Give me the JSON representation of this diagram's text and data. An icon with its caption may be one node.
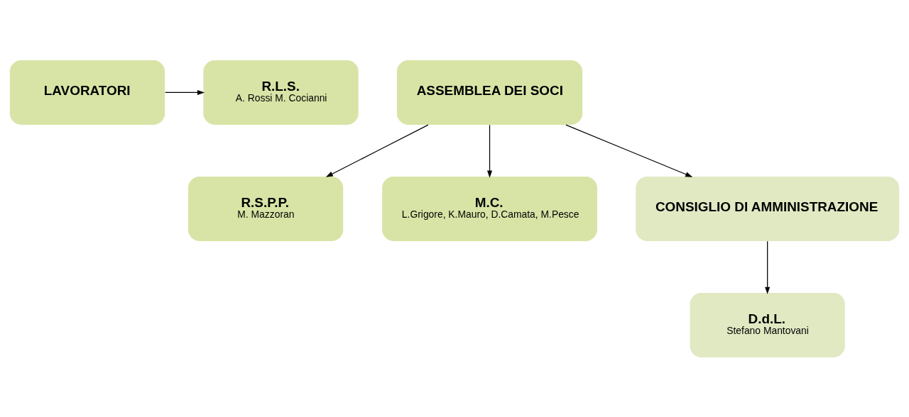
{
  "diagram": {
    "nodes": [
      {
        "text": [
          "R.L.S.",
          "A. Rossi M. Cocianni"
        ]
      },
      {
        "text": [
          "LAVORATORI"
        ]
      },
      {
        "text": [
          "ASSEMBLEA DEI SOCI"
        ]
      },
      {
        "text": [
          "R.S.P.P.",
          "M. Mazzoran"
        ]
      },
      {
        "text": [
          "M.C.",
          "L.Grigore, K.Mauro, D.Camata, M.Pesce"
        ]
      },
      {
        "text": [
          "CONSIGLIO DI AMMINISTRAZIONE"
        ]
      },
      {
        "text": [
          "D.d.L.",
          "Stefano Mantovani"
        ]
      }
    ],
    "edges": [
      {
        "from": 1,
        "to": 0,
        "arrow": "to"
      },
      {
        "from": 2,
        "to": 3,
        "arrow": "to"
      },
      {
        "from": 2,
        "to": 4,
        "arrow": "to"
      },
      {
        "from": 2,
        "to": 5,
        "arrow": "to"
      },
      {
        "from": 5,
        "to": 6,
        "arrow": "to"
      }
    ]
  }
}
